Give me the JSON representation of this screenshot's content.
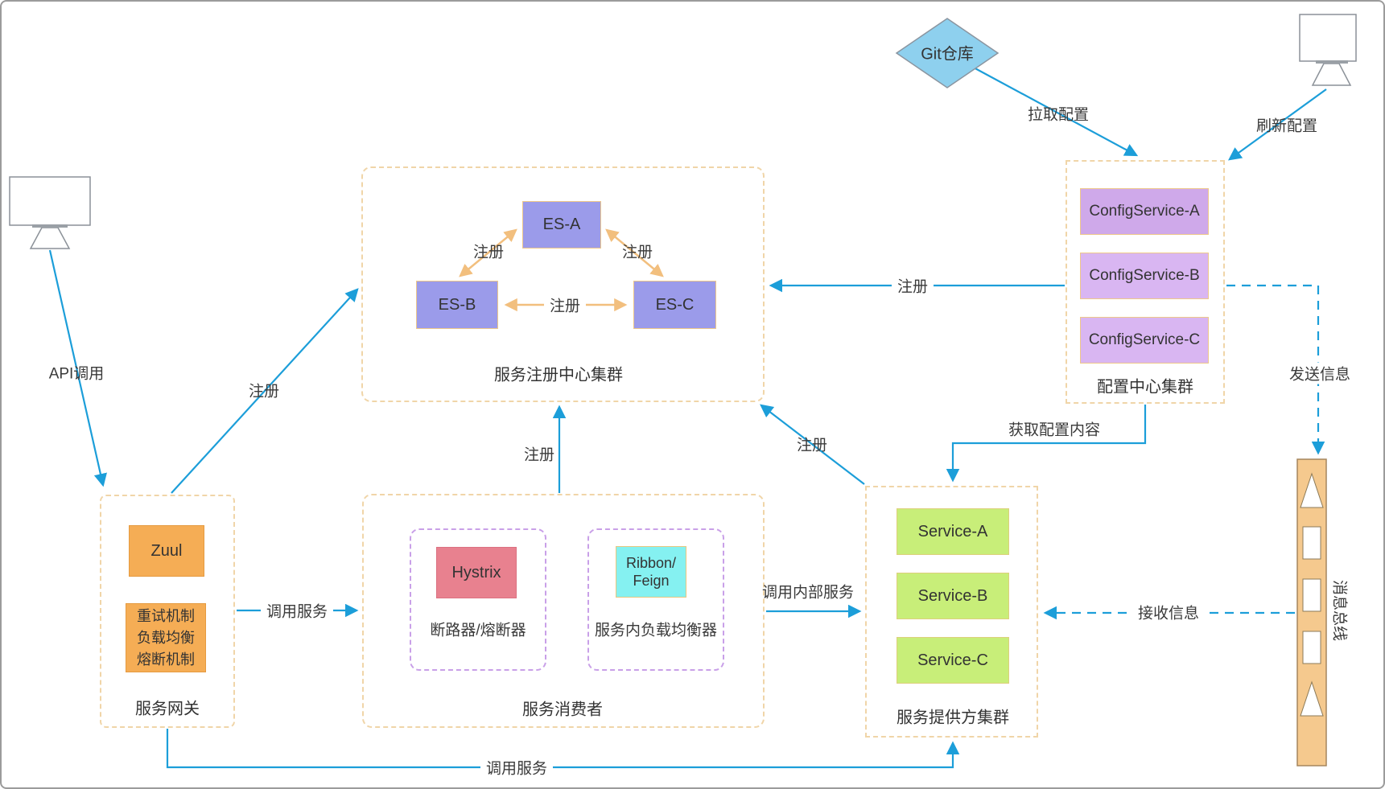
{
  "diagram": {
    "git_repo": "Git仓库",
    "message_bus": "消息总线",
    "labels": {
      "register": "注册",
      "api_call": "API调用",
      "call_service": "调用服务",
      "call_internal_service": "调用内部服务",
      "pull_config": "拉取配置",
      "refresh_config": "刷新配置",
      "send_message": "发送信息",
      "receive_message": "接收信息",
      "get_config_content": "获取配置内容"
    },
    "registry_cluster": {
      "title": "服务注册中心集群",
      "es_a": "ES-A",
      "es_b": "ES-B",
      "es_c": "ES-C"
    },
    "config_cluster": {
      "title": "配置中心集群",
      "a": "ConfigService-A",
      "b": "ConfigService-B",
      "c": "ConfigService-C"
    },
    "gateway": {
      "title": "服务网关",
      "zuul": "Zuul",
      "mechanisms": [
        "重试机制",
        "负载均衡",
        "熔断机制"
      ]
    },
    "consumer": {
      "title": "服务消费者",
      "hystrix": "Hystrix",
      "hystrix_caption": "断路器/熔断器",
      "ribbon_line1": "Ribbon/",
      "ribbon_line2": "Feign",
      "ribbon_caption": "服务内负载均衡器"
    },
    "provider": {
      "title": "服务提供方集群",
      "a": "Service-A",
      "b": "Service-B",
      "c": "Service-C"
    },
    "colors": {
      "arrow_blue": "#1c9ed9",
      "arrow_orange": "#f2bf7e",
      "container_border": "#f0d5a8",
      "es_node": "#9b9bea",
      "config_node": "#d9b6f2",
      "config_node_primary": "#cfa9ea",
      "gateway_node": "#f5ad55",
      "hystrix_node": "#e8818f",
      "ribbon_node": "#85f1f1",
      "service_node": "#c8ee79",
      "bus_fill": "#f5c98e",
      "git_fill": "#8ed0ee"
    }
  }
}
